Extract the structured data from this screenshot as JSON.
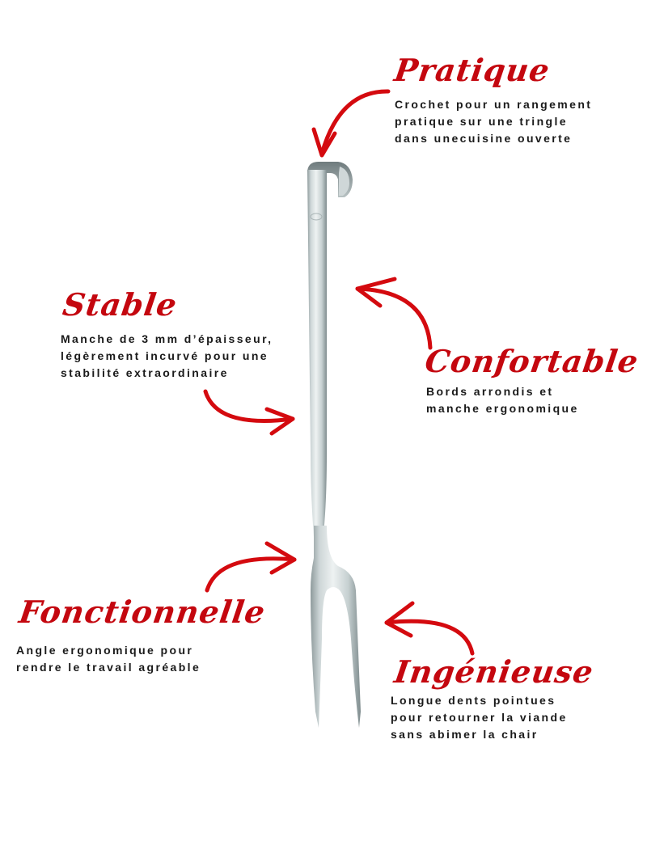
{
  "colors": {
    "accent_red": "#c4070f",
    "text_dark": "#1a1a1a",
    "steel_light": "#dfe6e6",
    "steel_mid": "#b7c3c4",
    "steel_dark": "#7f8c8e"
  },
  "product": {
    "name": "fork-illustration"
  },
  "features": [
    {
      "title": "Pratique",
      "lines": [
        "Crochet pour un rangement",
        "pratique sur une tringle",
        "dans unecuisine ouverte"
      ]
    },
    {
      "title": "Stable",
      "lines": [
        "Manche de 3 mm d’épaisseur,",
        "légèrement incurvé pour une",
        "stabilité extraordinaire"
      ]
    },
    {
      "title": "Confortable",
      "lines": [
        "Bords arrondis et",
        "manche ergonomique"
      ]
    },
    {
      "title": "Fonctionnelle",
      "lines": [
        "Angle ergonomique pour",
        "rendre le travail agréable"
      ]
    },
    {
      "title": "Ingénieuse",
      "lines": [
        "Longue dents pointues",
        "pour retourner la viande",
        "sans abimer la chair"
      ]
    }
  ],
  "icons": {
    "arrows": [
      "arrow-pratique-icon",
      "arrow-stable-icon",
      "arrow-confortable-icon",
      "arrow-fonctionnelle-icon",
      "arrow-ingenieuse-icon"
    ]
  }
}
